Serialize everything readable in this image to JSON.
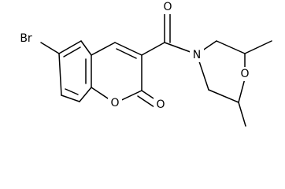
{
  "figure": {
    "kind": "chemical structure",
    "background_color": "#ffffff",
    "line_color": "#000000",
    "atoms": {
      "bromine": "Br",
      "carbonyl_oxygen": "O",
      "morpholine_nitrogen": "N",
      "morpholine_oxygen": "O",
      "ring_oxygen": "O",
      "lactone_oxygen": "O"
    }
  }
}
